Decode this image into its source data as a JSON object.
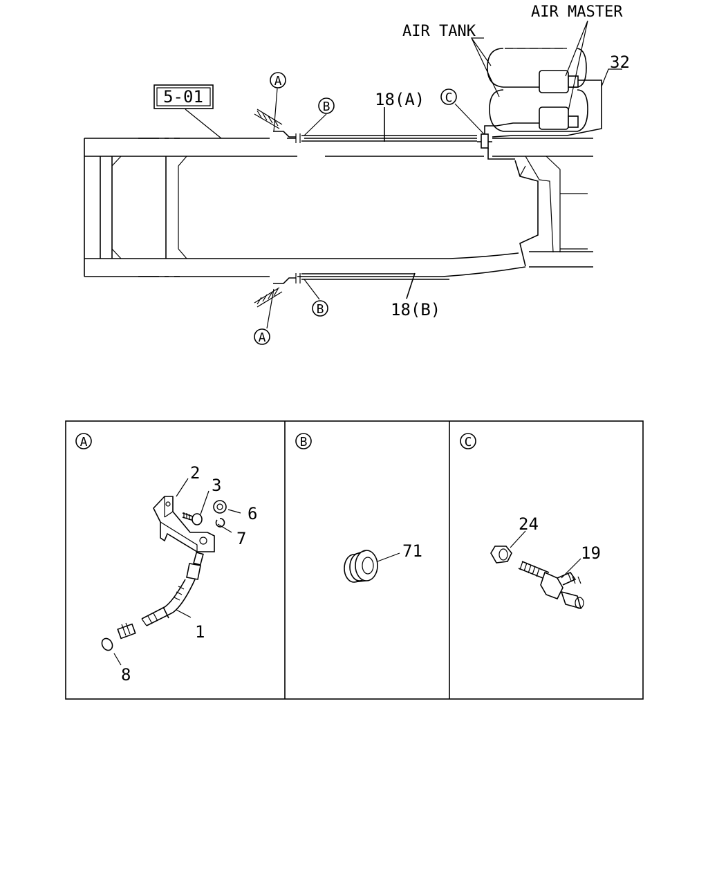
{
  "top_diagram": {
    "air_master_label": "AIR MASTER",
    "air_tank_label": "AIR TANK",
    "ref_box_label": "5-01",
    "callouts": {
      "c32": "32",
      "c18a": "18(A)",
      "c18b": "18(B)",
      "circle_a_top": "A",
      "circle_a_bottom": "A",
      "circle_b_top": "B",
      "circle_b_bottom": "B",
      "circle_c": "C"
    }
  },
  "detail_panels": {
    "panel_a": {
      "marker": "A",
      "parts": {
        "p1": "1",
        "p2": "2",
        "p3": "3",
        "p6": "6",
        "p7": "7",
        "p8": "8"
      }
    },
    "panel_b": {
      "marker": "B",
      "parts": {
        "p71": "71"
      }
    },
    "panel_c": {
      "marker": "C",
      "parts": {
        "p24": "24",
        "p19": "19"
      }
    }
  }
}
